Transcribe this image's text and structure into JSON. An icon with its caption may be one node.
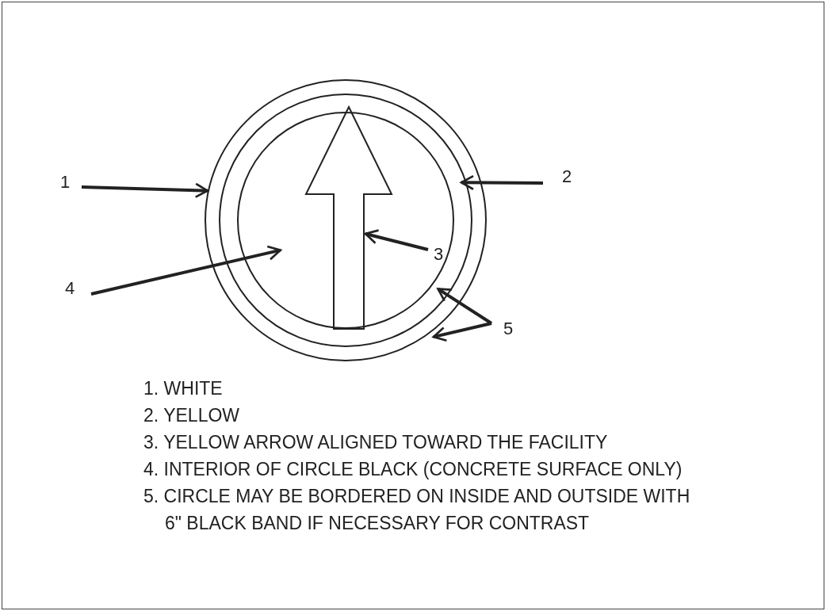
{
  "diagram": {
    "nodes": [
      {
        "text": [
          "1"
        ]
      },
      {
        "text": [
          "2"
        ]
      },
      {
        "text": [],
        "shape": "circle"
      },
      {
        "text": [],
        "shape": "circle",
        "in": 2
      },
      {
        "text": [],
        "shape": "circle",
        "in": 3
      },
      {
        "text": [],
        "shape": "arrow",
        "in": 4
      },
      {
        "text": [
          "3"
        ],
        "in": 4
      },
      {
        "text": [
          "4"
        ]
      },
      {
        "text": [
          "5"
        ]
      }
    ],
    "edges": [
      {
        "from": 0,
        "to": 2,
        "arrow": "to"
      },
      {
        "from": 1,
        "to": 3,
        "arrow": "to"
      },
      {
        "from": 6,
        "to": 5,
        "arrow": "to"
      },
      {
        "from": 7,
        "to": 4,
        "arrow": "to"
      },
      {
        "from": 8,
        "to": 4,
        "arrow": "to"
      },
      {
        "from": 8,
        "to": 2,
        "arrow": "to"
      }
    ],
    "labels": [
      "1. WHITE",
      "2. YELLOW",
      "3. YELLOW ARROW ALIGNED TOWARD THE FACILITY",
      "4. INTERIOR OF CIRCLE BLACK (CONCRETE SURFACE ONLY)",
      "5. CIRCLE MAY BE BORDERED ON INSIDE AND OUTSIDE WITH 6\" BLACK BAND IF NECESSARY FOR CONTRAST"
    ]
  }
}
